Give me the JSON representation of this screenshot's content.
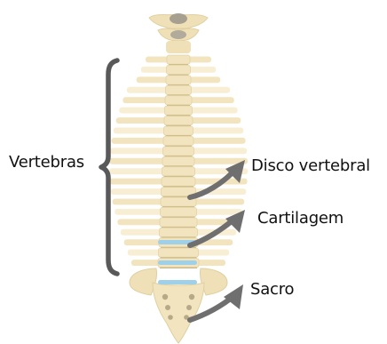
{
  "labels": {
    "vertebras": "Vertebras",
    "disco_vertebral": "Disco vertebral",
    "cartilagem": "Cartilagem",
    "sacro": "Sacro"
  },
  "colors": {
    "bone": "#f2e4be",
    "bone_light": "#f8eed4",
    "bone_shadow": "#e4d3a4",
    "disc_line": "#c9b687",
    "cartilage": "#9fd0ea",
    "skull_base": "#a79f8f",
    "bracket": "#595959",
    "arrow": "#6f6f6f",
    "label_text": "#111111"
  },
  "icons": {
    "vertebras_bracket": "curly-bracket",
    "pointer_arrows": "curved-arrow"
  }
}
